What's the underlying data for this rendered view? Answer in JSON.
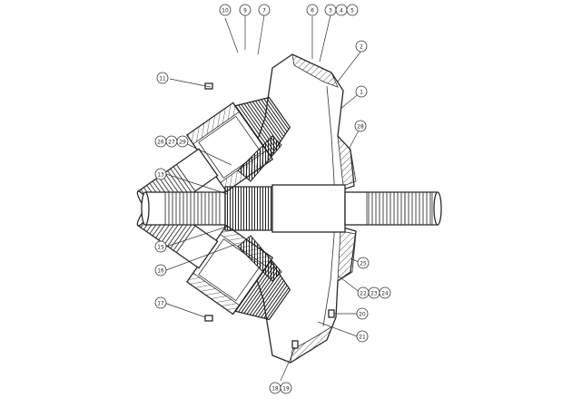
{
  "callouts": [
    {
      "id": "c10",
      "text": "10"
    },
    {
      "id": "c9",
      "text": "9"
    },
    {
      "id": "c7",
      "text": "7"
    },
    {
      "id": "c6",
      "text": "6"
    },
    {
      "id": "c3",
      "text": "3"
    },
    {
      "id": "c4",
      "text": "4"
    },
    {
      "id": "c5",
      "text": "5"
    },
    {
      "id": "c2",
      "text": "2"
    },
    {
      "id": "c1",
      "text": "1"
    },
    {
      "id": "c11",
      "text": "11"
    },
    {
      "id": "c26",
      "text": "26"
    },
    {
      "id": "c27",
      "text": "27"
    },
    {
      "id": "c28",
      "text": "28"
    },
    {
      "id": "c29",
      "text": "29"
    },
    {
      "id": "c13",
      "text": "13"
    },
    {
      "id": "c15",
      "text": "15"
    },
    {
      "id": "c16",
      "text": "16"
    },
    {
      "id": "c25",
      "text": "25"
    },
    {
      "id": "c22",
      "text": "22"
    },
    {
      "id": "c23",
      "text": "23"
    },
    {
      "id": "c24",
      "text": "24"
    },
    {
      "id": "c17",
      "text": "17"
    },
    {
      "id": "c20",
      "text": "20"
    },
    {
      "id": "c21",
      "text": "21"
    },
    {
      "id": "c18",
      "text": "18"
    },
    {
      "id": "c19",
      "text": "19"
    }
  ]
}
